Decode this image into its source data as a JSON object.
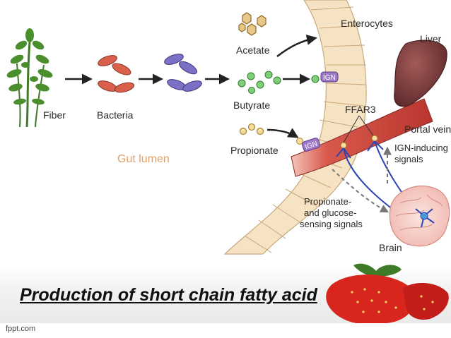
{
  "diagram": {
    "labels": {
      "fiber": "Fiber",
      "bacteria": "Bacteria",
      "gut_lumen": "Gut lumen",
      "acetate": "Acetate",
      "butyrate": "Butyrate",
      "propionate": "Propionate",
      "enterocytes": "Enterocytes",
      "liver": "Liver",
      "ffar3": "FFAR3",
      "portal_vein": "Portal vein",
      "ign_inducing_1": "IGN-inducing",
      "ign_inducing_2": "signals",
      "propionate_sensing_1": "Propionate-",
      "propionate_sensing_2": "and glucose-",
      "propionate_sensing_3": "sensing signals",
      "brain": "Brain",
      "ign_tag_top": "IGN",
      "ign_tag_bottom": "IGN"
    },
    "colors": {
      "acetate": "#a8844a",
      "butyrate": "#6fbf6a",
      "propionate": "#e8b85a",
      "bacteria_red": "#d9604a",
      "bacteria_purple": "#7b6fc6",
      "vein": "#c9463c",
      "liver": "#7a3e3e",
      "ign_tag": "#9d7ac7",
      "nerve": "#2e46b6"
    }
  },
  "slide": {
    "title": "Production of short chain fatty acid",
    "brand": "fppt.com"
  }
}
